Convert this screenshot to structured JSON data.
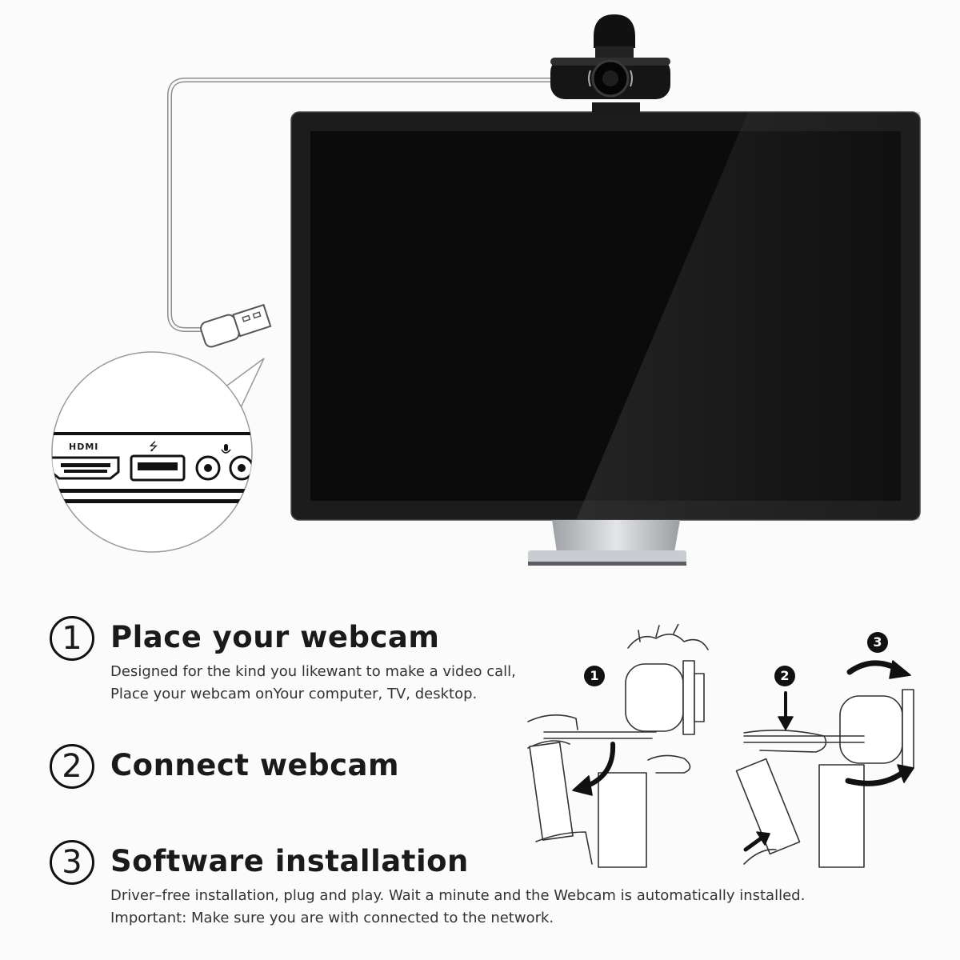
{
  "ports": {
    "hdmi_label": "HDMI",
    "usb_symbol": "⭍"
  },
  "steps": [
    {
      "number": "1",
      "title": "Place your webcam",
      "description": [
        "Designed for the kind you likewant to make a video call,",
        "Place your webcam onYour computer, TV, desktop."
      ]
    },
    {
      "number": "2",
      "title": "Connect webcam",
      "description": []
    },
    {
      "number": "3",
      "title": "Software installation",
      "description": [
        "Driver–free installation, plug and play. Wait a minute and the Webcam is automatically installed.",
        "Important: Make sure you are with connected to the network."
      ]
    }
  ],
  "mount_diagram": {
    "markers": [
      "1",
      "2",
      "3"
    ]
  },
  "colors": {
    "screen": "#0b0b0b",
    "bezel": "#1c1c1c",
    "stand": "#b9bcc0",
    "outline": "#555555"
  }
}
